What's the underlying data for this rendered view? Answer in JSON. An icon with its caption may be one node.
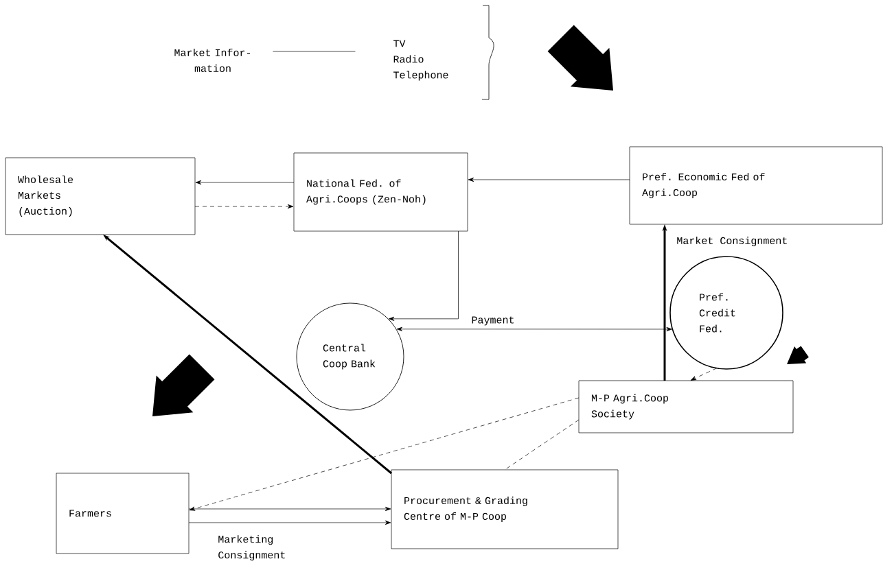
{
  "diagram": {
    "nodes": [
      {
        "text": [
          "Market Infor- mation"
        ]
      },
      {
        "text": [
          "TV",
          "Radio",
          "Telephone"
        ]
      },
      {
        "text": [
          "Wholesale Markets (Auction)"
        ]
      },
      {
        "text": [
          "National Fed. of Agri.Coops (Zen-Noh)"
        ]
      },
      {
        "text": [
          "Pref. Economic Fed of Agri.Coop"
        ]
      },
      {
        "text": [
          "Central Coop Bank"
        ]
      },
      {
        "text": [
          "Pref. Credit Fed."
        ]
      },
      {
        "text": [
          "M-P Agri.Coop Society"
        ]
      },
      {
        "text": [
          "Farmers"
        ]
      },
      {
        "text": [
          "Procurement & Grading Centre of M-P Coop"
        ]
      }
    ],
    "edges": [
      {
        "from": 0,
        "to": 1,
        "arrow": "none"
      },
      {
        "from": 3,
        "to": 2,
        "arrow": "to"
      },
      {
        "from": 2,
        "to": 3,
        "arrow": "to",
        "style": "dashed"
      },
      {
        "from": 4,
        "to": 3,
        "arrow": "to"
      },
      {
        "from": 3,
        "to": 5,
        "arrow": "to"
      },
      {
        "from": 5,
        "to": 6,
        "arrow": "both",
        "label": "Payment"
      },
      {
        "from": 7,
        "to": 4,
        "arrow": "to",
        "style": "thick",
        "label": "Market Consignment"
      },
      {
        "from": 6,
        "to": 7,
        "arrow": "to",
        "style": "dashed"
      },
      {
        "from": 7,
        "to": 8,
        "arrow": "to",
        "style": "dashed"
      },
      {
        "from": 7,
        "to": 9,
        "arrow": "none",
        "style": "dashed"
      },
      {
        "from": 9,
        "to": 2,
        "arrow": "to",
        "style": "thick"
      },
      {
        "from": 8,
        "to": 9,
        "arrow": "to"
      },
      {
        "from": 8,
        "to": 9,
        "arrow": "to",
        "label": "Marketing Consignment"
      }
    ]
  }
}
